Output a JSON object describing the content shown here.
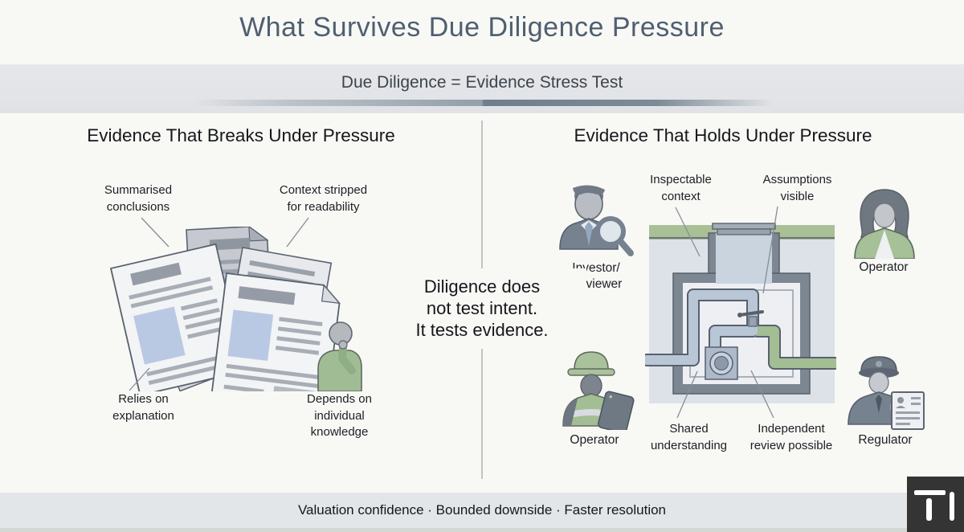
{
  "title": "What Survives Due Diligence Pressure",
  "banner": {
    "subtitle": "Due Diligence = Evidence Stress Test"
  },
  "left": {
    "header": "Evidence That Breaks Under Pressure",
    "labels": {
      "summarised": "Summarised\nconclusions",
      "context_stripped": "Context stripped\nfor readability",
      "relies": "Relies on\nexplanation",
      "depends": "Depends on\nindividual\nknowledge"
    }
  },
  "center": {
    "message": "Diligence does\nnot test intent.\nIt tests evidence."
  },
  "right": {
    "header": "Evidence That Holds Under Pressure",
    "labels": {
      "inspectable": "Inspectable\ncontext",
      "assumptions": "Assumptions\nvisible",
      "shared": "Shared\nunderstanding",
      "independent": "Independent\nreview possible"
    },
    "personas": {
      "investor": "Investor/\nReviewer",
      "operator_top": "Operator",
      "operator_bottom": "Operator",
      "regulator": "Regulator"
    }
  },
  "footer": {
    "benefits": "Valuation confidence · Bounded downside · Faster resolution"
  },
  "logo": {
    "text": "TI"
  },
  "colors": {
    "title": "#4e5f70",
    "banner_bg": "#e2e4e8",
    "footer_bg": "#e3e6e8",
    "ground_green": "#a9c096",
    "pipe_steel": "#b9c6d6",
    "pipe_green": "#a3bd94",
    "paper": "#f3f4f6",
    "logo_bg": "#343434"
  }
}
